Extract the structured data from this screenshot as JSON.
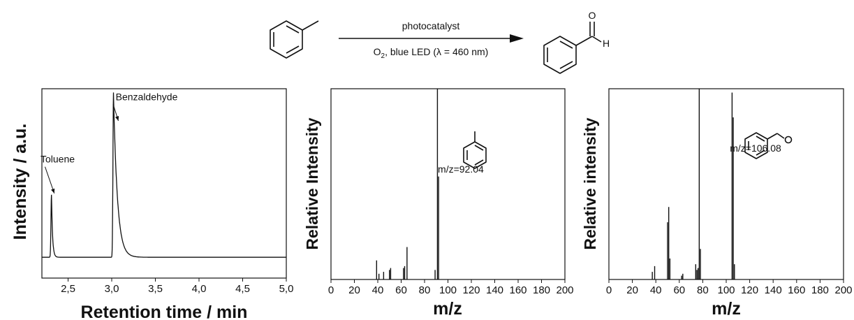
{
  "scheme": {
    "above_arrow": "photocatalyst",
    "below_arrow_prefix": "O",
    "below_arrow_sub": "2",
    "below_arrow_suffix": ", blue LED (λ = 460 nm)",
    "product_atom_o": "O",
    "product_atom_h": "H"
  },
  "chart_data": [
    {
      "type": "line",
      "id": "gc",
      "xlabel": "Retention time / min",
      "ylabel": "Intensity / a.u.",
      "xlim": [
        2.2,
        5.0
      ],
      "ylim": [
        0,
        100
      ],
      "xticks": [
        2.5,
        3.0,
        3.5,
        4.0,
        4.5,
        5.0
      ],
      "xtick_labels": [
        "2,5",
        "3,0",
        "3,5",
        "4,0",
        "4,5",
        "5,0"
      ],
      "grid": false,
      "baseline": 11,
      "peaks": [
        {
          "label": "Toluene",
          "x": 2.31,
          "y": 44
        },
        {
          "label": "Benzaldehyde",
          "x": 3.02,
          "y": 98
        }
      ],
      "annotations": [
        {
          "text": "Toluene",
          "x": 2.38,
          "y": 61
        },
        {
          "text": "Benzaldehyde",
          "x": 3.4,
          "y": 94
        }
      ]
    },
    {
      "type": "bar",
      "id": "ms_toluene",
      "xlabel": "m/z",
      "ylabel": "Relative Intensity",
      "xlim": [
        0,
        200
      ],
      "ylim": [
        0,
        100
      ],
      "xticks": [
        0,
        20,
        40,
        60,
        80,
        100,
        120,
        140,
        160,
        180,
        200
      ],
      "xtick_labels": [
        "0",
        "20",
        "40",
        "60",
        "80",
        "100",
        "120",
        "140",
        "160",
        "180",
        "200"
      ],
      "grid": false,
      "x": [
        39,
        41,
        45,
        50,
        51,
        62,
        63,
        65,
        89,
        91,
        92
      ],
      "values": [
        10,
        3,
        4,
        5,
        6,
        6,
        7,
        17,
        5,
        100,
        54
      ],
      "annotations": [
        {
          "text": "m/z=92.04",
          "x": 111,
          "y": 56
        }
      ]
    },
    {
      "type": "bar",
      "id": "ms_benzaldehyde",
      "xlabel": "m/z",
      "ylabel": "Relative intensity",
      "xlim": [
        0,
        200
      ],
      "ylim": [
        0,
        100
      ],
      "xticks": [
        0,
        20,
        40,
        60,
        80,
        100,
        120,
        140,
        160,
        180,
        200
      ],
      "xtick_labels": [
        "0",
        "20",
        "40",
        "60",
        "80",
        "100",
        "120",
        "140",
        "160",
        "180",
        "200"
      ],
      "grid": false,
      "x": [
        37,
        39,
        50,
        51,
        52,
        62,
        63,
        74,
        75,
        76,
        77,
        78,
        105,
        106,
        107
      ],
      "values": [
        4,
        7,
        30,
        38,
        11,
        2,
        3,
        8,
        5,
        6,
        100,
        16,
        98,
        85,
        8
      ],
      "annotations": [
        {
          "text": "m/z=106.08",
          "x": 125,
          "y": 67
        }
      ]
    }
  ]
}
